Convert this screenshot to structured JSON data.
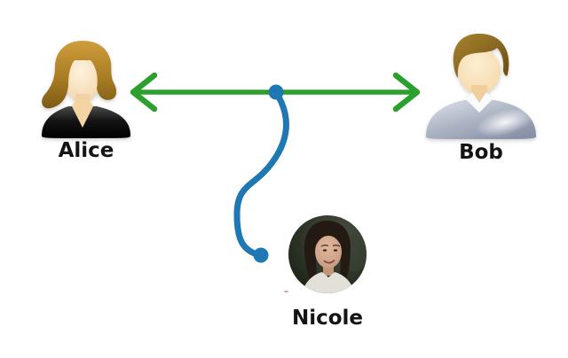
{
  "diagram": {
    "background_color": "#ffffff",
    "nodes": {
      "alice": {
        "label": "Alice",
        "icon": "woman-avatar-icon"
      },
      "bob": {
        "label": "Bob",
        "icon": "man-avatar-icon"
      },
      "nicole": {
        "label": "Nicole",
        "icon": "nicole-photo-avatar"
      }
    },
    "links": {
      "alice_bob": {
        "style": "double-headed-arrow",
        "color": "#2ca02c"
      },
      "nicole_tap": {
        "style": "curved-tap-line-with-dots",
        "color": "#1f77b4"
      }
    }
  }
}
